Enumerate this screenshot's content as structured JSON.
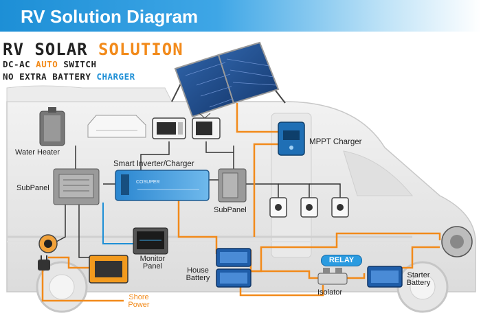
{
  "banner": {
    "title": "RV Solution Diagram"
  },
  "headline": {
    "line1_a": "RV SOLAR",
    "line1_b": "SOLUTION",
    "line2_a": "DC-AC",
    "line2_b": "AUTO",
    "line2_c": "SWITCH",
    "line3_a": "NO EXTRA BATTERY",
    "line3_b": "CHARGER"
  },
  "labels": {
    "water_heater": "Water Heater",
    "subpanel_left": "SubPanel",
    "inverter": "Smart Inverter/Charger",
    "subpanel_right": "SubPanel",
    "mppt": "MPPT Charger",
    "monitor_l1": "Monitor",
    "monitor_l2": "Panel",
    "house_l1": "House",
    "house_l2": "Battery",
    "relay": "RELAY",
    "starter_l1": "Starter",
    "starter_l2": "Battery",
    "isolator": "Isolator",
    "shore_l1": "Shore",
    "shore_l2": "Power",
    "inverter_brand": "COSUPER"
  },
  "colors": {
    "orange": "#f28a1a",
    "blue": "#1d8fd6",
    "banner": "#1d8fd6"
  }
}
